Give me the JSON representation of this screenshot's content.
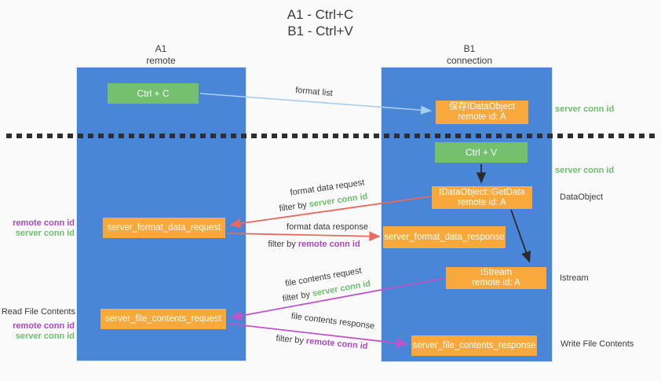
{
  "title": {
    "line1": "A1 - Ctrl+C",
    "line2": "B1 - Ctrl+V"
  },
  "lanes": {
    "left": {
      "name": "A1",
      "role": "remote"
    },
    "right": {
      "name": "B1",
      "role": "connection"
    }
  },
  "nodes": {
    "ctrl_c": {
      "label": "Ctrl + C"
    },
    "save_dataobject": {
      "line1": "保存IDataObject",
      "line2": "remote id: A"
    },
    "ctrl_v": {
      "label": "Ctrl + V"
    },
    "getdata": {
      "line1": "IDataObject::GetData",
      "line2": "remote id: A"
    },
    "format_request": {
      "label": "server_format_data_request"
    },
    "format_response": {
      "label": "server_format_data_response"
    },
    "istream": {
      "line1": "IStream",
      "line2": "remote id: A"
    },
    "file_request": {
      "label": "server_file_contents_request"
    },
    "file_response": {
      "label": "server_file_contents_response"
    }
  },
  "annotations": {
    "server_conn_top": "server conn id",
    "server_conn_mid": "server conn id",
    "dataobject": "DataObject",
    "istream": "Istream",
    "write_file": "Write File Contents",
    "read_file": "Read File Contents",
    "left_top": {
      "remote": "remote conn id",
      "server": "server conn id"
    },
    "left_bottom": {
      "remote": "remote conn id",
      "server": "server conn id"
    }
  },
  "flows": {
    "format_list": {
      "text": "format list"
    },
    "format_request": {
      "text": "format data request",
      "filter_prefix": "filter by ",
      "filter_key": "server conn id"
    },
    "format_response": {
      "text": "format data response",
      "filter_prefix": "filter by ",
      "filter_key": "remote conn id"
    },
    "file_request": {
      "text": "file contents request",
      "filter_prefix": "filter by ",
      "filter_key": "server conn id"
    },
    "file_response": {
      "text": "file contents response",
      "filter_prefix": "filter by ",
      "filter_key": "remote conn id"
    }
  },
  "colors": {
    "lane_blue": "#4a86d8",
    "node_green": "#74c06f",
    "node_orange": "#f9a83c",
    "text_green": "#6dbf6d",
    "text_purple": "#ab47c1",
    "arrow_red": "#e8695e",
    "arrow_magenta": "#c054c8",
    "arrow_light_blue": "#a8ceef",
    "arrow_black": "#2b2b2b"
  }
}
